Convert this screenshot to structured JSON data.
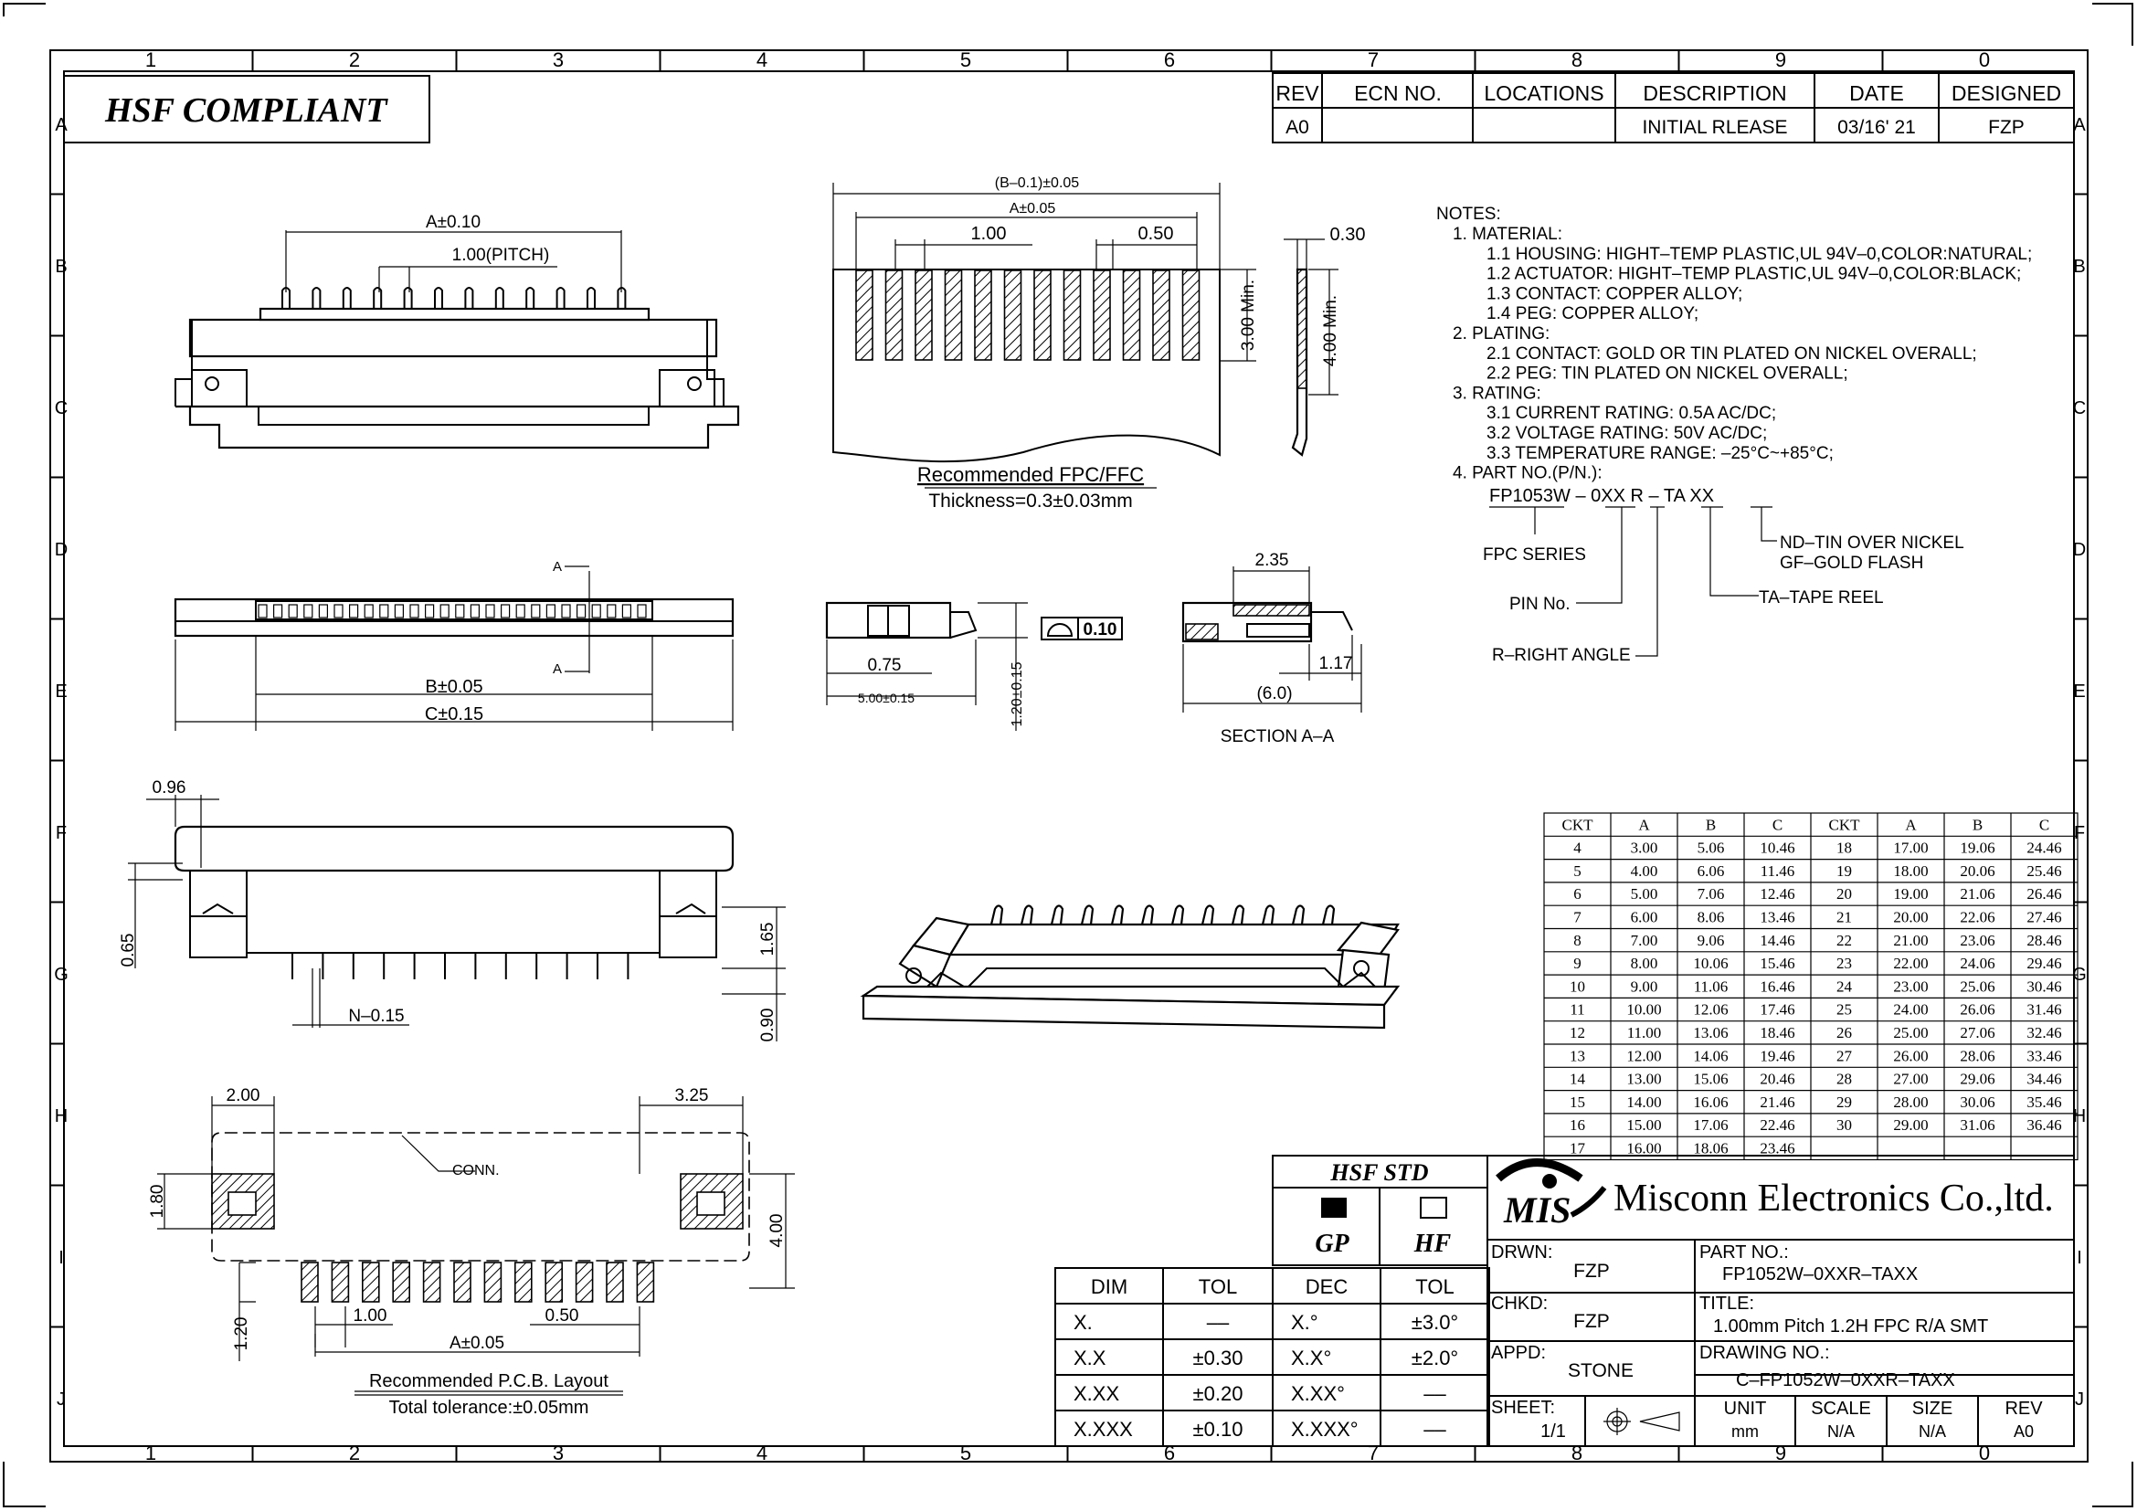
{
  "header": {
    "compliance": "HSF  COMPLIANT",
    "col_numbers": [
      "1",
      "2",
      "3",
      "4",
      "5",
      "6",
      "7",
      "8",
      "9",
      "0"
    ],
    "row_letters": [
      "A",
      "B",
      "C",
      "D",
      "E",
      "F",
      "G",
      "H",
      "I",
      "J"
    ]
  },
  "revision": {
    "headers": [
      "REV",
      "ECN  NO.",
      "LOCATIONS",
      "DESCRIPTION",
      "DATE",
      "DESIGNED"
    ],
    "row": [
      "A0",
      "",
      "",
      "INITIAL  RLEASE",
      "03/16' 21",
      "FZP"
    ]
  },
  "notes": {
    "title": "NOTES:",
    "lines": [
      "1.  MATERIAL:",
      "1.1  HOUSING:  HIGHT–TEMP  PLASTIC,UL  94V–0,COLOR:NATURAL;",
      "1.2  ACTUATOR:  HIGHT–TEMP  PLASTIC,UL  94V–0,COLOR:BLACK;",
      "1.3  CONTACT:  COPPER  ALLOY;",
      "1.4  PEG:  COPPER  ALLOY;",
      "2.  PLATING:",
      "2.1  CONTACT:  GOLD  OR  TIN  PLATED  ON  NICKEL  OVERALL;",
      "2.2  PEG:  TIN  PLATED  ON  NICKEL  OVERALL;",
      "3.  RATING:",
      "3.1  CURRENT  RATING:  0.5A  AC/DC;",
      "3.2  VOLTAGE  RATING:  50V  AC/DC;",
      "3.3  TEMPERATURE  RANGE:  –25°C~+85°C;",
      "4.  PART  NO.(P/N.):"
    ],
    "part_code": "FP1053W  –  0XX  R  –  TA   XX",
    "legend": {
      "fpc_series": "FPC  SERIES",
      "pin_no": "PIN  No.",
      "right_angle": "R–RIGHT  ANGLE",
      "tape_reel": "TA–TAPE  REEL",
      "nd": "ND–TIN  OVER  NICKEL",
      "gf": "GF–GOLD  FLASH"
    }
  },
  "dims": {
    "top_a": "A±0.10",
    "pitch": "1.00(PITCH)",
    "fpc_b": "(B–0.1)±0.05",
    "fpc_a": "A±0.05",
    "fpc_100": "1.00",
    "fpc_050": "0.50",
    "fpc_300": "3.00  Min.",
    "fpc_400": "4.00  Min.",
    "fpc_030": "0.30",
    "fpc_title": "Recommended  FPC/FFC",
    "fpc_thick": "Thickness=0.3±0.03mm",
    "front_a": "A",
    "front_b": "B±0.05",
    "front_c": "C±0.15",
    "side_075": "0.75",
    "side_500": "5.00±0.15",
    "side_120": "1.20±0.15",
    "side_flat": "0.10",
    "sec_235": "2.35",
    "sec_117": "1.17",
    "sec_60": "(6.0)",
    "sec_title": "SECTION  A–A",
    "bot_096": "0.96",
    "bot_065": "0.65",
    "bot_165": "1.65",
    "bot_090": "0.90",
    "bot_n": "N–0.15",
    "pcb_200": "2.00",
    "pcb_325": "3.25",
    "pcb_180": "1.80",
    "pcb_400": "4.00",
    "pcb_conn": "CONN.",
    "pcb_120": "1.20",
    "pcb_100": "1.00",
    "pcb_050": "0.50",
    "pcb_a": "A±0.05",
    "pcb_title": "Recommended  P.C.B.  Layout",
    "pcb_tol": "Total  tolerance:±0.05mm"
  },
  "ckt_table": {
    "headers": [
      "CKT",
      "A",
      "B",
      "C",
      "CKT",
      "A",
      "B",
      "C"
    ],
    "rows": [
      [
        "4",
        "3.00",
        "5.06",
        "10.46",
        "18",
        "17.00",
        "19.06",
        "24.46"
      ],
      [
        "5",
        "4.00",
        "6.06",
        "11.46",
        "19",
        "18.00",
        "20.06",
        "25.46"
      ],
      [
        "6",
        "5.00",
        "7.06",
        "12.46",
        "20",
        "19.00",
        "21.06",
        "26.46"
      ],
      [
        "7",
        "6.00",
        "8.06",
        "13.46",
        "21",
        "20.00",
        "22.06",
        "27.46"
      ],
      [
        "8",
        "7.00",
        "9.06",
        "14.46",
        "22",
        "21.00",
        "23.06",
        "28.46"
      ],
      [
        "9",
        "8.00",
        "10.06",
        "15.46",
        "23",
        "22.00",
        "24.06",
        "29.46"
      ],
      [
        "10",
        "9.00",
        "11.06",
        "16.46",
        "24",
        "23.00",
        "25.06",
        "30.46"
      ],
      [
        "11",
        "10.00",
        "12.06",
        "17.46",
        "25",
        "24.00",
        "26.06",
        "31.46"
      ],
      [
        "12",
        "11.00",
        "13.06",
        "18.46",
        "26",
        "25.00",
        "27.06",
        "32.46"
      ],
      [
        "13",
        "12.00",
        "14.06",
        "19.46",
        "27",
        "26.00",
        "28.06",
        "33.46"
      ],
      [
        "14",
        "13.00",
        "15.06",
        "20.46",
        "28",
        "27.00",
        "29.06",
        "34.46"
      ],
      [
        "15",
        "14.00",
        "16.06",
        "21.46",
        "29",
        "28.00",
        "30.06",
        "35.46"
      ],
      [
        "16",
        "15.00",
        "17.06",
        "22.46",
        "30",
        "29.00",
        "31.06",
        "36.46"
      ],
      [
        "17",
        "16.00",
        "18.06",
        "23.46",
        "",
        "",
        "",
        ""
      ]
    ]
  },
  "tolerance": {
    "headers": [
      "DIM",
      "TOL",
      "DEC",
      "TOL"
    ],
    "rows": [
      [
        "X.",
        "––",
        "X.°",
        "±3.0°"
      ],
      [
        "X.X",
        "±0.30",
        "X.X°",
        "±2.0°"
      ],
      [
        "X.XX",
        "±0.20",
        "X.XX°",
        "––"
      ],
      [
        "X.XXX",
        "±0.10",
        "X.XXX°",
        "––"
      ]
    ]
  },
  "hsf": {
    "title": "HSF  STD",
    "gp": "GP",
    "hf": "HF"
  },
  "title_block": {
    "logo": "MIS",
    "company": "Misconn Electronics Co.,ltd.",
    "drwn_label": "DRWN:",
    "drwn": "FZP",
    "chkd_label": "CHKD:",
    "chkd": "FZP",
    "appd_label": "APPD:",
    "appd": "STONE",
    "sheet_label": "SHEET:",
    "sheet": "1/1",
    "part_label": "PART  NO.:",
    "part": "FP1052W–0XXR–TAXX",
    "title_label": "TITLE:",
    "title": "1.00mm  Pitch  1.2H  FPC  R/A  SMT",
    "dwg_label": "DRAWING  NO.:",
    "dwg": "C–FP1052W–0XXR–TAXX",
    "unit_label": "UNIT",
    "unit": "mm",
    "scale_label": "SCALE",
    "scale": "N/A",
    "size_label": "SIZE",
    "size": "N/A",
    "rev_label": "REV",
    "rev": "A0"
  }
}
